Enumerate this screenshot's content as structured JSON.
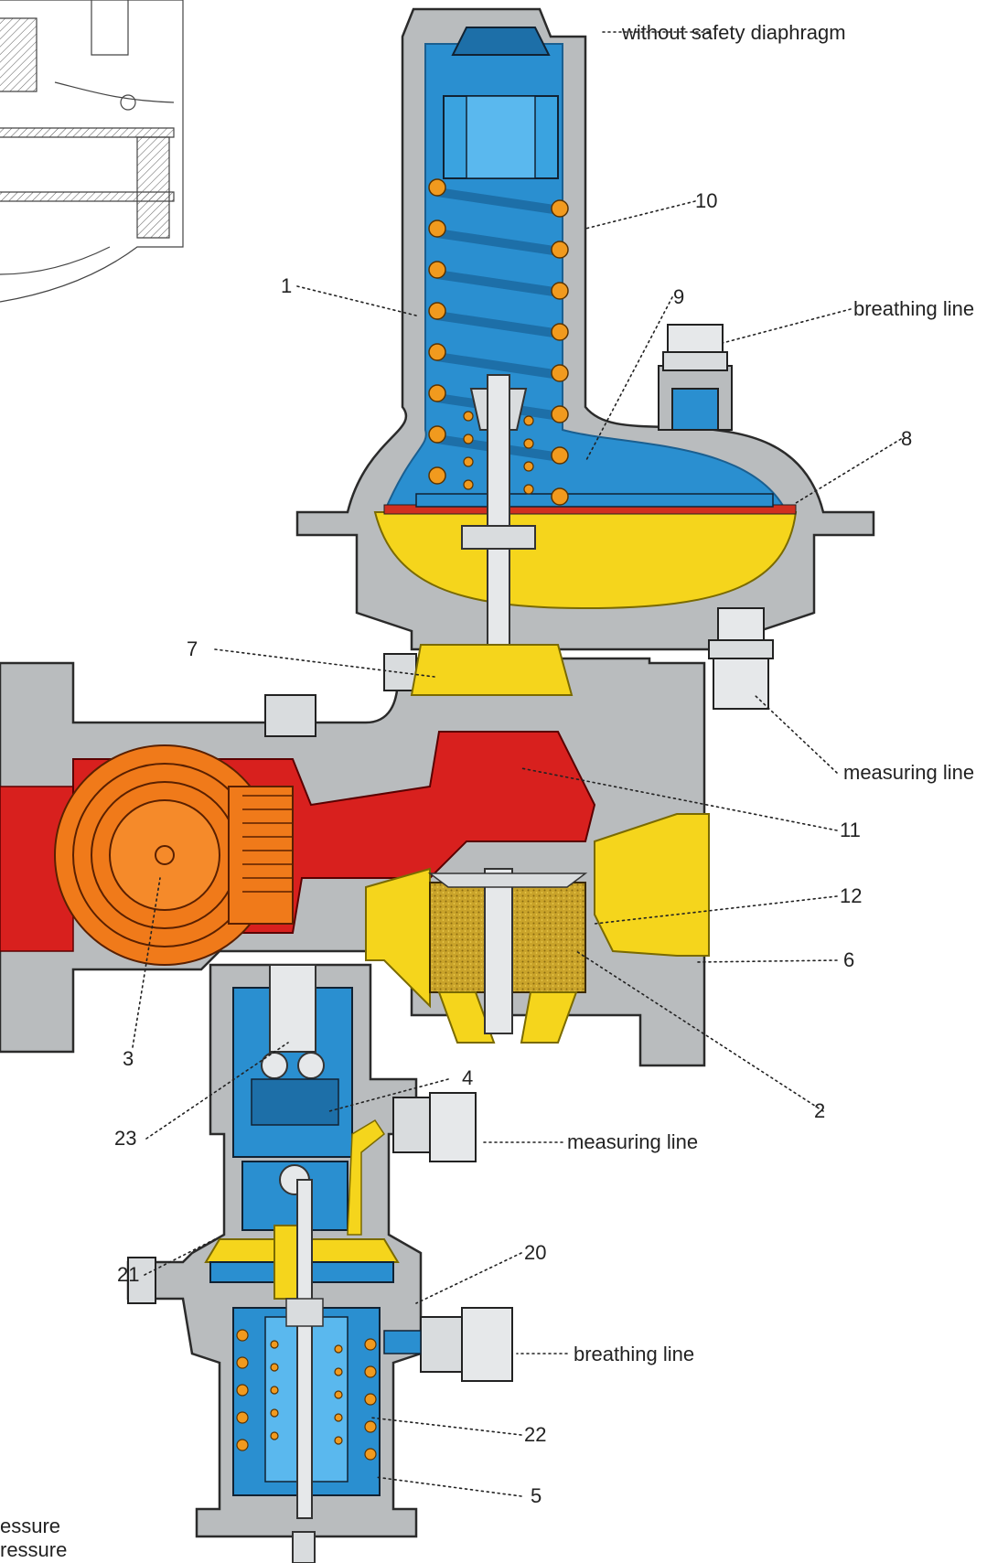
{
  "labels": {
    "top_note": "without safety diaphragm",
    "breathing_line_top": "breathing line",
    "measuring_line_right": "measuring line",
    "measuring_line_mid": "measuring line",
    "breathing_line_bottom": "breathing line",
    "legend_1": "essure",
    "legend_2": "ressure"
  },
  "numbers": {
    "n1": "1",
    "n2": "2",
    "n3": "3",
    "n4": "4",
    "n5": "5",
    "n6": "6",
    "n7": "7",
    "n8": "8",
    "n9": "9",
    "n10": "10",
    "n11": "11",
    "n12": "12",
    "n20": "20",
    "n21": "21",
    "n22": "22",
    "n23": "23"
  },
  "colors": {
    "body_gray": "#b9bcbe",
    "outline": "#2b2b2b",
    "blue": "#2a8fd0",
    "blue_dark": "#1d6fa8",
    "yellow": "#f5d51c",
    "red": "#d8201e",
    "orange": "#f07a1a",
    "spring": "#f19a1e",
    "steel": "#d9dcde"
  }
}
